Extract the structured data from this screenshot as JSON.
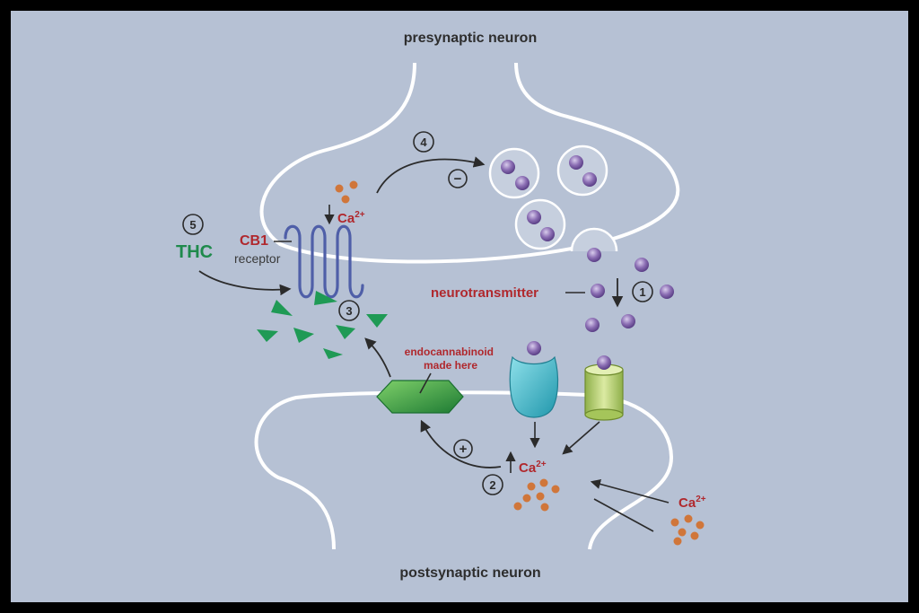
{
  "labels": {
    "presynaptic": "presynaptic neuron",
    "postsynaptic": "postsynaptic neuron",
    "thc": "THC",
    "cb1": "CB1",
    "receptor": "receptor",
    "ca_pre": "Ca",
    "ca_post": "Ca",
    "ca_ext": "Ca",
    "ca_sup": "2+",
    "neurotransmitter": "neurotransmitter",
    "endocannabinoid_line1": "endocannabinoid",
    "endocannabinoid_line2": "made here"
  },
  "steps": [
    "1",
    "2",
    "3",
    "4",
    "5"
  ],
  "signs": {
    "inhibit": "−",
    "stimulate": "+"
  },
  "colors": {
    "background": "#b6c1d4",
    "membrane": "#ffffff",
    "label_red": "#b0282d",
    "thc_green": "#1f8a4c",
    "receptor_blue": "#4f5fa8",
    "vesicle_purple": "#7b5ea0",
    "calcium_orange": "#d0763a",
    "endocannabinoid_green": "#2e9b45",
    "channel_cyan": "#3fb4c4",
    "channel_lime": "#b6cf6a"
  }
}
